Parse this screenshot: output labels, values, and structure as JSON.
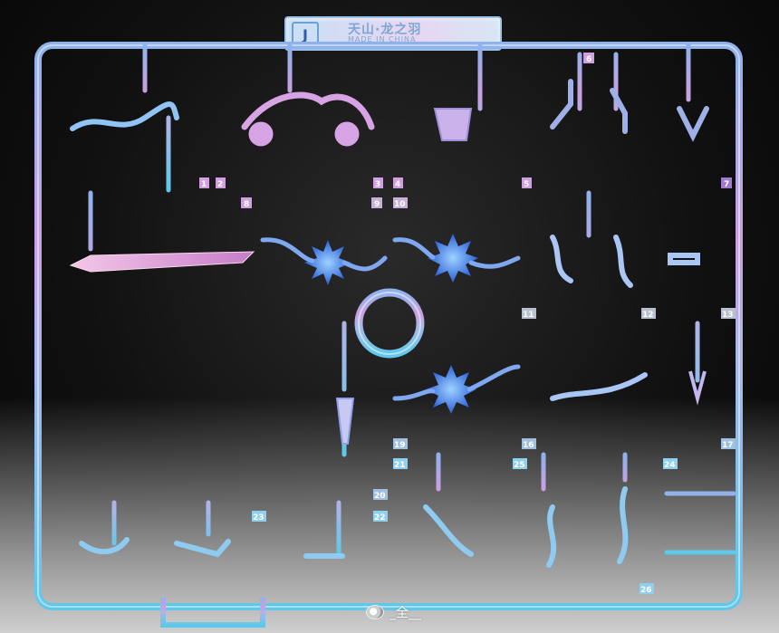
{
  "photo": {
    "subject": "iridescent model kit runner",
    "background_color": "#111111",
    "floor_color": "#cfcfcf"
  },
  "runner_tag": {
    "letter": "J",
    "brand_text": "天山·龙之羽",
    "origin_text": "MADE IN CHINA"
  },
  "part_numbers": [
    "1",
    "2",
    "3",
    "4",
    "5",
    "6",
    "7",
    "8",
    "9",
    "10",
    "11",
    "12",
    "13",
    "16",
    "17",
    "19",
    "20",
    "21",
    "22",
    "23",
    "24",
    "25",
    "26"
  ],
  "colors": {
    "sprue_top": "#8fb2ec",
    "sprue_mid": "#c9a0e0",
    "sprue_bottom": "#5fc8ea",
    "part_blue": "#3e7fe0",
    "part_pink": "#e7a6d8"
  },
  "watermark": {
    "icon": "weibo-icon",
    "text": "_全__"
  }
}
